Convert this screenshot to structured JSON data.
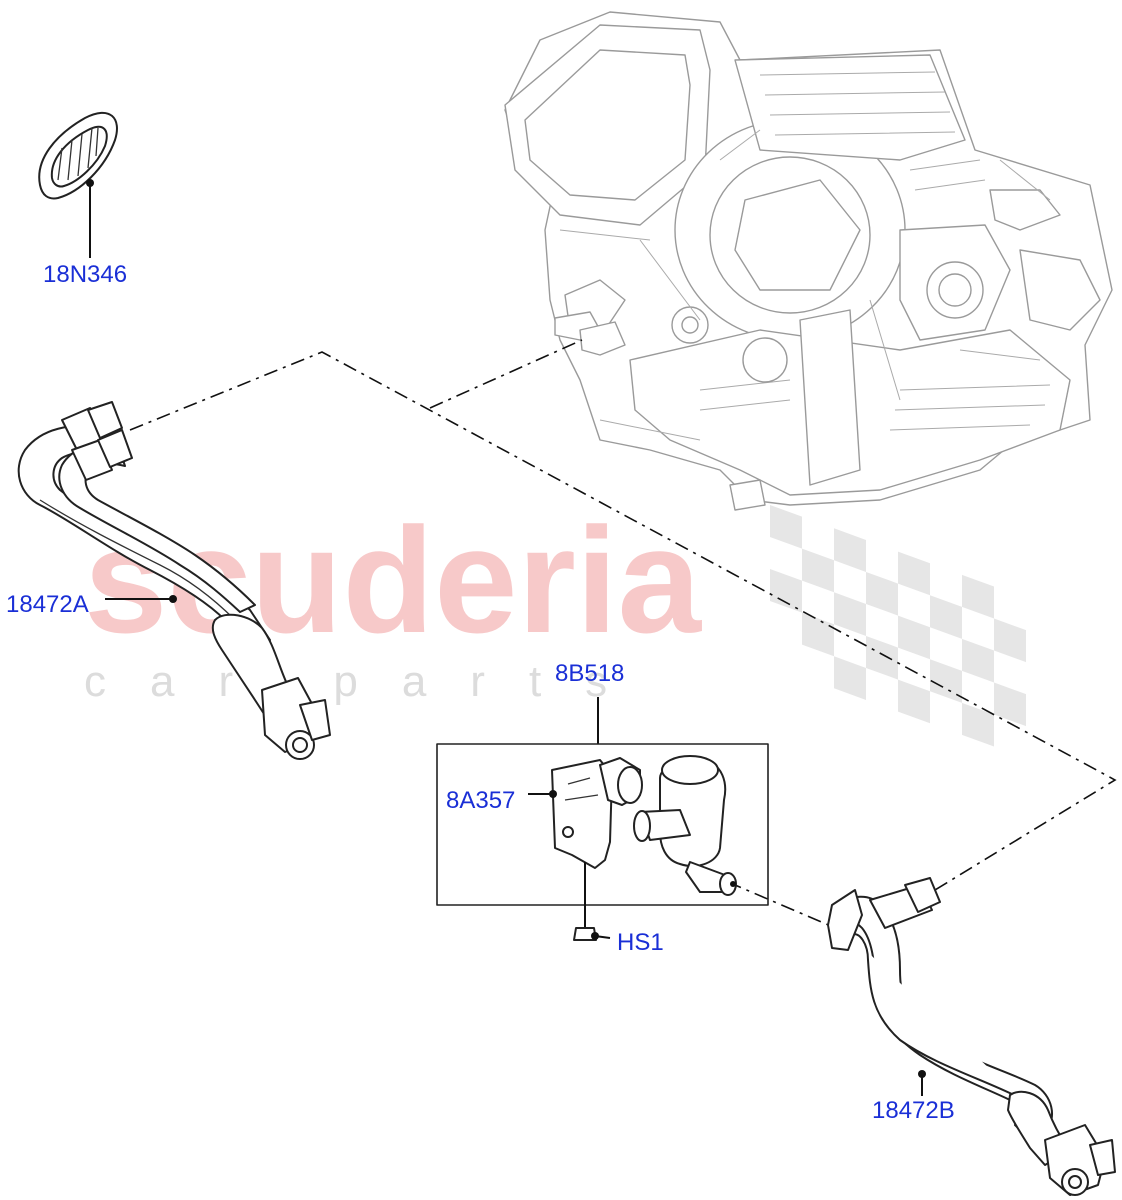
{
  "watermark": {
    "main": "scuderia",
    "sub": "car parts"
  },
  "labels": {
    "grommet": "18N346",
    "hose_a": "18472A",
    "pump_assembly": "8B518",
    "bracket": "8A357",
    "screw": "HS1",
    "hose_b": "18472B"
  },
  "colors": {
    "label": "#1a2fd6",
    "watermark_main": "#f7c9c9",
    "watermark_sub": "#dcdcdc",
    "line": "#111111"
  }
}
